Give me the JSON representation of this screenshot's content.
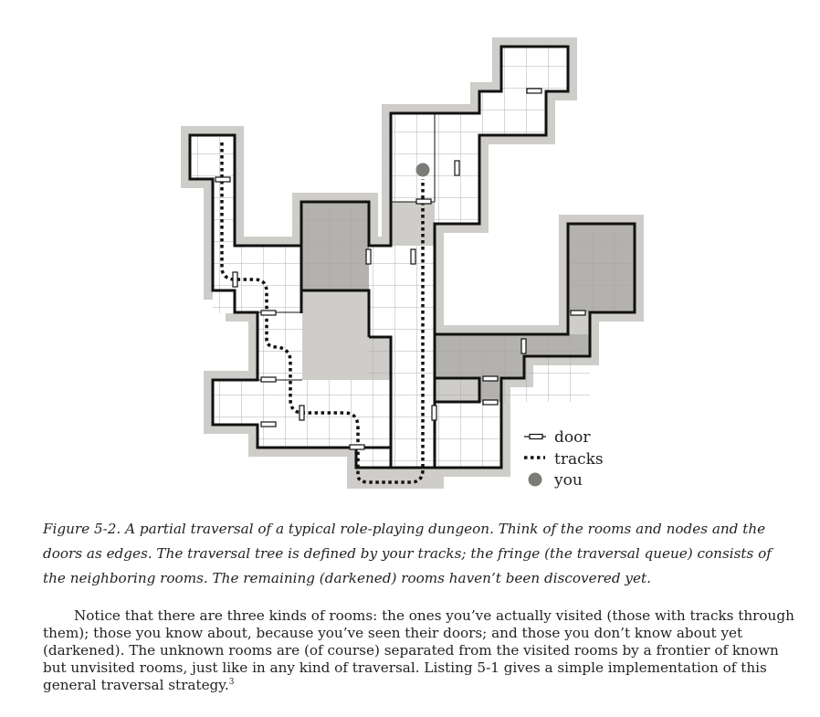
{
  "figure": {
    "legend": [
      {
        "key": "door",
        "label": "door"
      },
      {
        "key": "tracks",
        "label": "tracks"
      },
      {
        "key": "you",
        "label": "you"
      }
    ],
    "colors": {
      "wall": "#111111",
      "halo": "#cfcdc9",
      "room_floor": "#ffffff",
      "dark_room": "#b4b2ae",
      "grid": "#a8a8a8",
      "you_marker": "#7d7b78",
      "tracks": "#111111"
    }
  },
  "caption": "Figure 5-2. A partial traversal of a typical role-playing dungeon. Think of the rooms and nodes and the doors as edges. The traversal tree is defined by your tracks; the fringe (the traversal queue) consists of the neighboring rooms. The remaining (darkened) rooms haven’t been discovered yet.",
  "body": {
    "text": "Notice that there are three kinds of rooms: the ones you’ve actually visited (those with tracks through them); those you know about, because you’ve seen their doors; and those you don’t know about yet (darkened). The unknown rooms are (of course) separated from the visited rooms by a frontier of known but unvisited rooms, just like in any kind of traversal. Listing 5-1 gives a simple implementation of this general traversal strategy.",
    "footnote_ref": "3"
  }
}
